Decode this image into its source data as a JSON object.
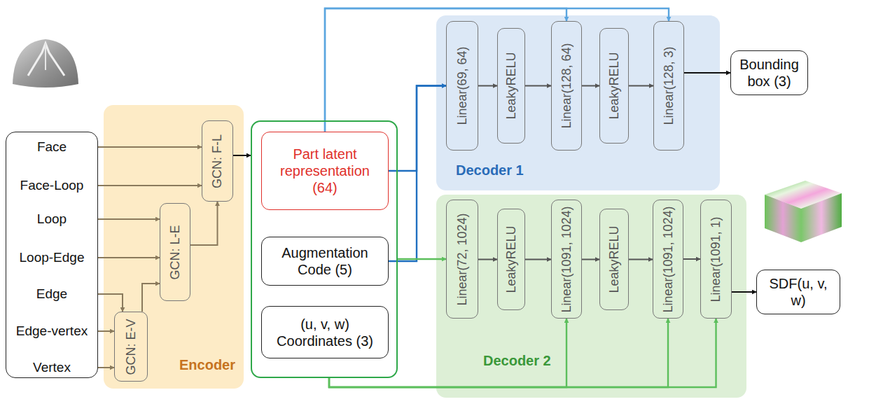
{
  "diagram": {
    "nodes": [
      {
        "text": [
          "Face",
          "Face-Loop",
          "Loop",
          "Loop-Edge",
          "Edge",
          "Edge-vertex",
          "Vertex"
        ]
      },
      {
        "text": [
          "Encoder"
        ]
      },
      {
        "text": [
          "GCN: E-V"
        ],
        "in": 1
      },
      {
        "text": [
          "GCN: L-E"
        ],
        "in": 1
      },
      {
        "text": [
          "GCN: F-L"
        ],
        "in": 1
      },
      {
        "text": []
      },
      {
        "text": [
          "Part latent representation (64)"
        ],
        "in": 5
      },
      {
        "text": [
          "Augmentation Code (5)"
        ],
        "in": 5
      },
      {
        "text": [
          "(u, v, w) Coordinates (3)"
        ],
        "in": 5
      },
      {
        "text": [
          "Decoder 1"
        ]
      },
      {
        "text": [
          "Linear(69, 64)"
        ],
        "in": 9
      },
      {
        "text": [
          "LeakyRELU"
        ],
        "in": 9
      },
      {
        "text": [
          "Linear(128, 64)"
        ],
        "in": 9
      },
      {
        "text": [
          "LeakyRELU"
        ],
        "in": 9
      },
      {
        "text": [
          "Linear(128, 3)"
        ],
        "in": 9
      },
      {
        "text": [
          "Bounding box (3)"
        ]
      },
      {
        "text": [
          "Decoder 2"
        ]
      },
      {
        "text": [
          "Linear(72, 1024)"
        ],
        "in": 16
      },
      {
        "text": [
          "LeakyRELU"
        ],
        "in": 16
      },
      {
        "text": [
          "Linear(1091, 1024)"
        ],
        "in": 16
      },
      {
        "text": [
          "LeakyRELU"
        ],
        "in": 16
      },
      {
        "text": [
          "Linear(1091, 1024)"
        ],
        "in": 16
      },
      {
        "text": [
          "Linear(1091, 1)"
        ],
        "in": 16
      },
      {
        "text": [
          "SDF(u, v, w)"
        ]
      }
    ],
    "edges": [
      {
        "from": 0,
        "to": 4,
        "arrow": "to"
      },
      {
        "from": 0,
        "to": 4,
        "arrow": "to"
      },
      {
        "from": 0,
        "to": 3,
        "arrow": "to"
      },
      {
        "from": 0,
        "to": 3,
        "arrow": "to"
      },
      {
        "from": 0,
        "to": 2,
        "arrow": "to"
      },
      {
        "from": 0,
        "to": 2,
        "arrow": "to"
      },
      {
        "from": 0,
        "to": 2,
        "arrow": "to"
      },
      {
        "from": 2,
        "to": 3,
        "arrow": "to"
      },
      {
        "from": 3,
        "to": 4,
        "arrow": "to"
      },
      {
        "from": 4,
        "to": 5,
        "arrow": "to"
      },
      {
        "from": 6,
        "to": 10,
        "arrow": "to"
      },
      {
        "from": 7,
        "to": 10,
        "arrow": "to"
      },
      {
        "from": 6,
        "to": 12,
        "arrow": "to"
      },
      {
        "from": 6,
        "to": 14,
        "arrow": "to"
      },
      {
        "from": 10,
        "to": 11,
        "arrow": "to"
      },
      {
        "from": 11,
        "to": 12,
        "arrow": "to"
      },
      {
        "from": 12,
        "to": 13,
        "arrow": "to"
      },
      {
        "from": 13,
        "to": 14,
        "arrow": "to"
      },
      {
        "from": 14,
        "to": 15,
        "arrow": "to"
      },
      {
        "from": 5,
        "to": 17,
        "arrow": "to"
      },
      {
        "from": 5,
        "to": 19,
        "arrow": "to"
      },
      {
        "from": 5,
        "to": 21,
        "arrow": "to"
      },
      {
        "from": 5,
        "to": 22,
        "arrow": "to"
      },
      {
        "from": 17,
        "to": 18,
        "arrow": "to"
      },
      {
        "from": 18,
        "to": 19,
        "arrow": "to"
      },
      {
        "from": 19,
        "to": 20,
        "arrow": "to"
      },
      {
        "from": 20,
        "to": 21,
        "arrow": "to"
      },
      {
        "from": 21,
        "to": 22,
        "arrow": "to"
      },
      {
        "from": 22,
        "to": 23,
        "arrow": "to"
      }
    ]
  }
}
